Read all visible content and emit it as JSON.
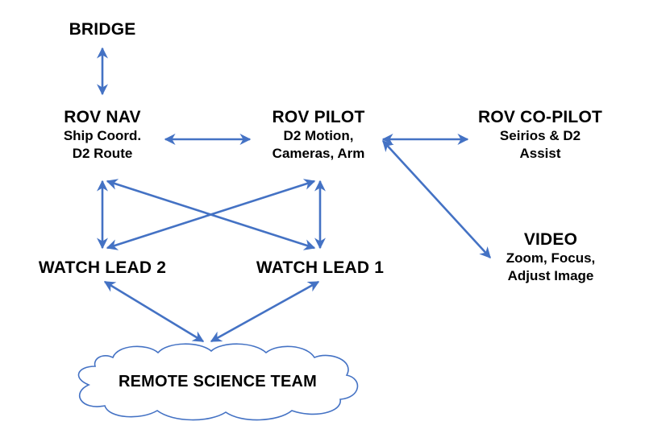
{
  "colors": {
    "arrow": "#4472C4",
    "cloud_stroke": "#4472C4",
    "text": "#000000"
  },
  "nodes": {
    "bridge": {
      "title": "BRIDGE"
    },
    "rov_nav": {
      "title": "ROV NAV",
      "lines": [
        "Ship Coord.",
        "D2 Route"
      ]
    },
    "rov_pilot": {
      "title": "ROV PILOT",
      "lines": [
        "D2 Motion,",
        "Cameras, Arm"
      ]
    },
    "rov_copilot": {
      "title": "ROV CO-PILOT",
      "lines": [
        "Seirios & D2",
        "Assist"
      ]
    },
    "video": {
      "title": "VIDEO",
      "lines": [
        "Zoom, Focus,",
        "Adjust Image"
      ]
    },
    "watch_lead_2": {
      "title": "WATCH LEAD 2"
    },
    "watch_lead_1": {
      "title": "WATCH LEAD 1"
    },
    "remote_science_team": {
      "title": "REMOTE SCIENCE TEAM",
      "shape": "cloud-icon"
    }
  },
  "connections": [
    {
      "from": "bridge",
      "to": "rov_nav",
      "type": "bidirectional"
    },
    {
      "from": "rov_nav",
      "to": "rov_pilot",
      "type": "bidirectional"
    },
    {
      "from": "rov_pilot",
      "to": "rov_copilot",
      "type": "bidirectional"
    },
    {
      "from": "rov_pilot",
      "to": "video",
      "type": "bidirectional"
    },
    {
      "from": "rov_nav",
      "to": "watch_lead_2",
      "type": "bidirectional"
    },
    {
      "from": "rov_nav",
      "to": "watch_lead_1",
      "type": "bidirectional"
    },
    {
      "from": "rov_pilot",
      "to": "watch_lead_2",
      "type": "bidirectional"
    },
    {
      "from": "rov_pilot",
      "to": "watch_lead_1",
      "type": "bidirectional"
    },
    {
      "from": "watch_lead_2",
      "to": "remote_science_team",
      "type": "bidirectional"
    },
    {
      "from": "watch_lead_1",
      "to": "remote_science_team",
      "type": "bidirectional"
    }
  ]
}
